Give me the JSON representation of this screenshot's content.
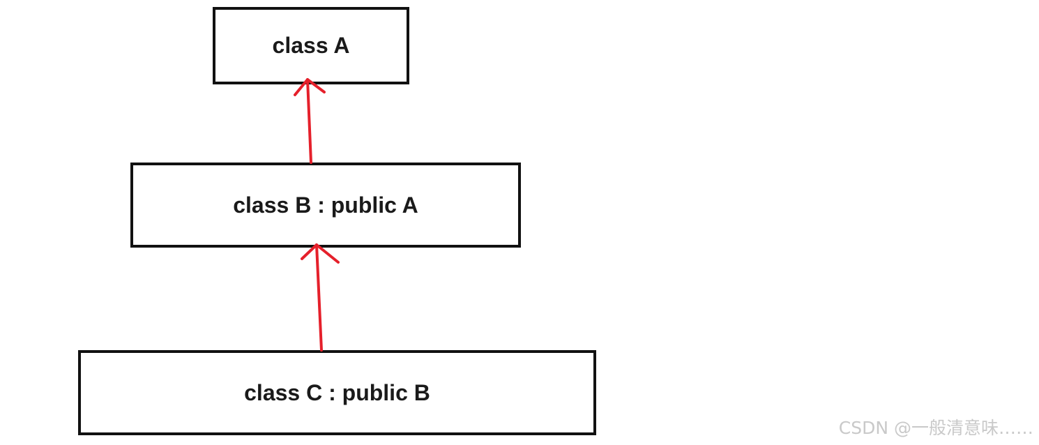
{
  "diagram": {
    "nodes": [
      {
        "id": "a",
        "label": "class A"
      },
      {
        "id": "b",
        "label": "class B : public A"
      },
      {
        "id": "c",
        "label": "class C : public B"
      }
    ],
    "edges": [
      {
        "from": "b",
        "to": "a"
      },
      {
        "from": "c",
        "to": "b"
      }
    ],
    "colors": {
      "border": "#111111",
      "arrow": "#e5202b",
      "text": "#1a1a1a"
    }
  },
  "watermark": "CSDN @一般清意味……"
}
